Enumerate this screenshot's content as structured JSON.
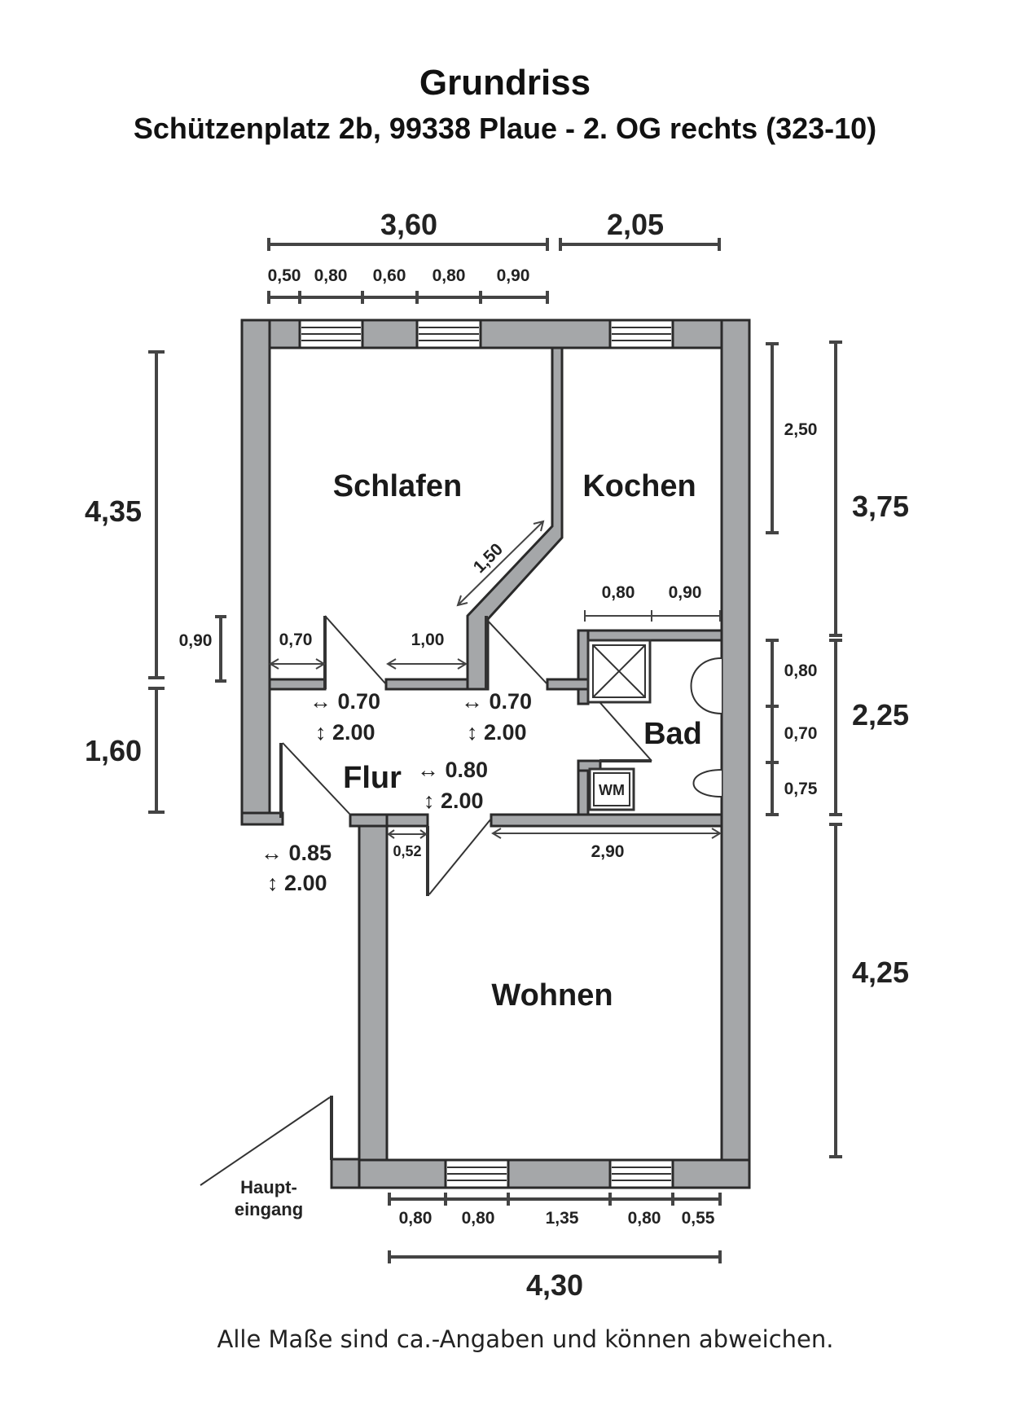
{
  "header": {
    "title": "Grundriss",
    "subtitle": "Schützenplatz 2b, 99338 Plaue - 2. OG rechts (323-10)"
  },
  "rooms": {
    "schlafen": "Schlafen",
    "kochen": "Kochen",
    "bad": "Bad",
    "flur": "Flur",
    "wohnen": "Wohnen"
  },
  "fixtures": {
    "washing_machine": "WM",
    "entrance": [
      "Haupt-",
      "eingang"
    ]
  },
  "dimensions": {
    "top_total_left": "3,60",
    "top_total_right": "2,05",
    "top_segments": [
      "0,50",
      "0,80",
      "0,60",
      "0,80",
      "0,90"
    ],
    "left_upper": "4,35",
    "left_lower": "1,60",
    "left_small": "0,90",
    "right_small_top": "2,50",
    "right_upper": "3,75",
    "right_bad": "2,25",
    "right_bad_segments": [
      "0,80",
      "0,70",
      "0,75"
    ],
    "right_lower": "4,25",
    "bottom_segments": [
      "0,80",
      "0,80",
      "1,35",
      "0,80",
      "0,55"
    ],
    "bottom_total": "4,30",
    "schlafen_wall_left": "0,70",
    "schlafen_wall_right": "1,00",
    "diagonal": "1,50",
    "kochen_bad_left": "0,80",
    "kochen_bad_right": "0,90",
    "flur_stub": "0,52",
    "wohnen_wall": "2,90"
  },
  "doors": {
    "schlafen_door": [
      "↔ 0.70",
      "↕ 2.00"
    ],
    "kochen_door": [
      "↔ 0.70",
      "↕ 2.00"
    ],
    "wohnen_door": [
      "↔ 0.80",
      "↕ 2.00"
    ],
    "entrance_door": [
      "↔ 0.85",
      "↕ 2.00"
    ]
  },
  "footer": {
    "note": "Alle Maße sind ca.-Angaben und können abweichen."
  }
}
